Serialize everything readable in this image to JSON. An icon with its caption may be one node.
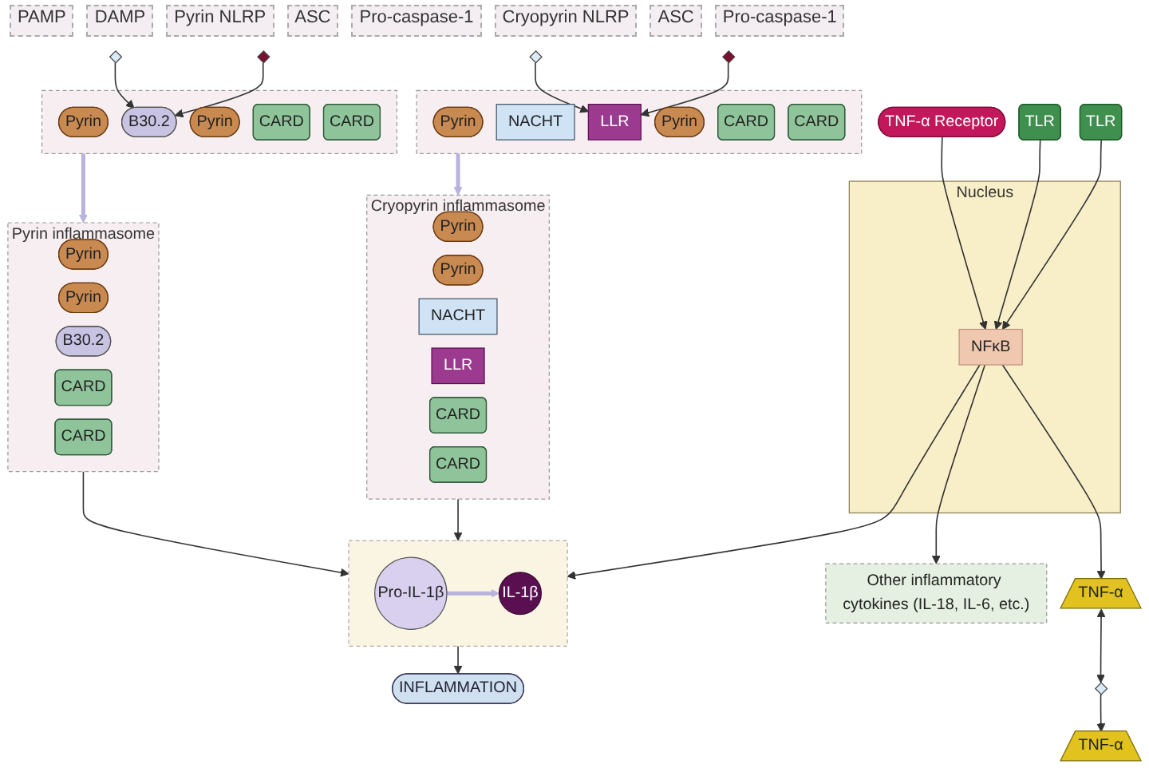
{
  "diagram": {
    "nodes": [
      {
        "text": [
          "TNF-α"
        ]
      },
      {
        "text": [
          "TNF-α Receptor"
        ]
      },
      {
        "text": [
          "TLR"
        ]
      },
      {
        "text": [
          "TLR"
        ]
      },
      {
        "text": [
          "INFLAMMATION"
        ]
      },
      {
        "text": [],
        "shape": "box"
      },
      {
        "text": [
          "Pyrin"
        ],
        "in": 5
      },
      {
        "text": [
          "B30.2"
        ],
        "in": 5
      },
      {
        "text": [
          "Pyrin"
        ],
        "in": 5
      },
      {
        "text": [
          "CARD"
        ],
        "in": 5
      },
      {
        "text": [
          "CARD"
        ],
        "in": 5
      },
      {
        "text": [],
        "shape": "diamond"
      },
      {
        "text": [],
        "shape": "diamond"
      },
      {
        "text": [],
        "shape": "box"
      },
      {
        "text": [
          "Pyrin"
        ],
        "in": 13
      },
      {
        "text": [
          "NACHT"
        ],
        "in": 13
      },
      {
        "text": [
          "LLR"
        ],
        "in": 13
      },
      {
        "text": [
          "Pyrin"
        ],
        "in": 13
      },
      {
        "text": [
          "CARD"
        ],
        "in": 13
      },
      {
        "text": [
          "CARD"
        ],
        "in": 13
      },
      {
        "text": [],
        "shape": "diamond"
      },
      {
        "text": [],
        "shape": "diamond"
      },
      {
        "text": [
          "Pyrin inflammasome"
        ]
      },
      {
        "text": [
          "Pyrin"
        ],
        "in": 22
      },
      {
        "text": [
          "Pyrin"
        ],
        "in": 22
      },
      {
        "text": [
          "B30.2"
        ],
        "in": 22
      },
      {
        "text": [
          "CARD"
        ],
        "in": 22
      },
      {
        "text": [
          "CARD"
        ],
        "in": 22
      },
      {
        "text": [
          "Cryopyrin inflammasome"
        ]
      },
      {
        "text": [
          "Pyrin"
        ],
        "in": 28
      },
      {
        "text": [
          "Pyrin"
        ],
        "in": 28
      },
      {
        "text": [
          "NACHT"
        ],
        "in": 28
      },
      {
        "text": [
          "LLR"
        ],
        "in": 28
      },
      {
        "text": [
          "CARD"
        ],
        "in": 28
      },
      {
        "text": [
          "CARD"
        ],
        "in": 28
      },
      {
        "text": [],
        "shape": "box"
      },
      {
        "text": [
          "IL-1β"
        ],
        "in": 35
      },
      {
        "text": [
          "Pro-IL-1β"
        ],
        "in": 35
      },
      {
        "text": [
          "Nucleus"
        ]
      },
      {
        "text": [
          "NFκB"
        ],
        "in": 38
      },
      {
        "text": [
          "Other inflammatory cytokines (IL-18, IL-6, etc.)"
        ]
      },
      {
        "text": [
          "TNF-α"
        ]
      },
      {
        "text": [],
        "shape": "diamond"
      }
    ],
    "edges": [
      {
        "from": 39,
        "to": 41,
        "arrow": "to"
      },
      {
        "from": 41,
        "to": 42,
        "arrow": "both"
      },
      {
        "from": 42,
        "to": 0,
        "arrow": "to"
      },
      {
        "from": 1,
        "to": 39,
        "arrow": "to"
      },
      {
        "from": 2,
        "to": 39,
        "arrow": "to"
      },
      {
        "from": 3,
        "to": 39,
        "arrow": "to"
      },
      {
        "from": 11,
        "to": 7,
        "arrow": "to"
      },
      {
        "from": 12,
        "to": 7,
        "arrow": "to"
      },
      {
        "from": 20,
        "to": 16,
        "arrow": "to"
      },
      {
        "from": 21,
        "to": 16,
        "arrow": "to"
      },
      {
        "from": 5,
        "to": 22,
        "arrow": "to",
        "style": "thick",
        "color": "#b9b2dd"
      },
      {
        "from": 13,
        "to": 28,
        "arrow": "to",
        "style": "thick",
        "color": "#b9b2dd"
      },
      {
        "from": 37,
        "to": 36,
        "arrow": "to",
        "style": "thick",
        "color": "#b9b2dd"
      },
      {
        "from": 35,
        "to": 4,
        "arrow": "to"
      },
      {
        "from": 22,
        "to": 35,
        "arrow": "to"
      },
      {
        "from": 28,
        "to": 35,
        "arrow": "to"
      },
      {
        "from": 39,
        "to": 35,
        "arrow": "to"
      },
      {
        "from": 39,
        "to": 40,
        "arrow": "to"
      }
    ],
    "labels": [
      "PAMP",
      "DAMP",
      "Pyrin NLRP",
      "ASC",
      "Pro-caspase-1",
      "Cryopyrin NLRP",
      "ASC",
      "Pro-caspase-1"
    ]
  }
}
